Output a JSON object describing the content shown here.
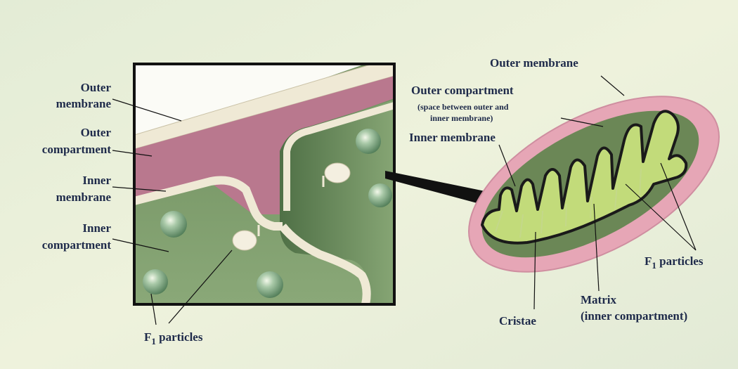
{
  "left_labels": {
    "outer_membrane": [
      "Outer",
      "membrane"
    ],
    "outer_compartment": [
      "Outer",
      "compartment"
    ],
    "inner_membrane": [
      "Inner",
      "membrane"
    ],
    "inner_compartment": [
      "Inner",
      "compartment"
    ],
    "f1_particles": {
      "letter": "F",
      "sub": "1",
      "rest": " particles"
    }
  },
  "right_labels": {
    "outer_membrane": "Outer membrane",
    "outer_compartment": "Outer compartment",
    "outer_compartment_note": [
      "(space between outer and",
      "inner membrane)"
    ],
    "inner_membrane": "Inner membrane",
    "cristae": "Cristae",
    "matrix": [
      "Matrix",
      "(inner compartment)"
    ],
    "f1_particles": {
      "letter": "F",
      "sub": "1",
      "rest": " particles"
    }
  },
  "colors": {
    "background": "#e9efd9",
    "outer_membrane_pink": "#e6a6b6",
    "outer_compartment_magenta": "#b9788e",
    "inner_compartment_green": "#7e9c6a",
    "matrix_lime": "#c2db7a",
    "membrane_cream": "#efe9d5",
    "label_text": "#1e2a4a"
  }
}
